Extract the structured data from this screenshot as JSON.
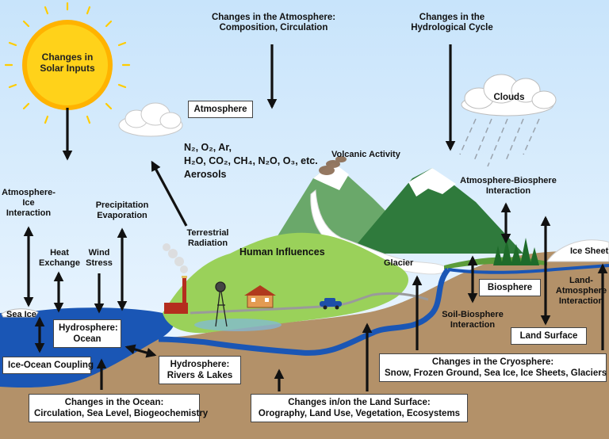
{
  "colors": {
    "sky": "#dcefff",
    "ocean": "#1a56b5",
    "land": "#b39169",
    "green_land": "#9ad15a",
    "mountain_dark": "#2f7a3c",
    "mountain_light": "#6aa86a",
    "sun": "#ffd21a"
  },
  "labels": {
    "solar": [
      "Changes in",
      "Solar Inputs"
    ],
    "atmosphere_changes": [
      "Changes in the Atmosphere:",
      "Composition, Circulation"
    ],
    "hydro_cycle": [
      "Changes in the",
      "Hydrological Cycle"
    ],
    "atmosphere": "Atmosphere",
    "clouds": "Clouds",
    "gases_line1": "N₂, O₂, Ar,",
    "gases_line2": "H₂O, CO₂, CH₄, N₂O, O₃, etc.",
    "aerosols": "Aerosols",
    "volcanic": "Volcanic Activity",
    "atm_ice": [
      "Atmosphere-",
      "Ice",
      "Interaction"
    ],
    "precip": [
      "Precipitation",
      "Evaporation"
    ],
    "terrestrial": [
      "Terrestrial",
      "Radiation"
    ],
    "heat_exchange": [
      "Heat",
      "Exchange"
    ],
    "wind_stress": [
      "Wind",
      "Stress"
    ],
    "human": "Human Influences",
    "atm_bio": [
      "Atmosphere-Biosphere",
      "Interaction"
    ],
    "glacier": "Glacier",
    "ice_sheet": "Ice Sheet",
    "sea_ice": "Sea Ice",
    "hydro_ocean": [
      "Hydrosphere:",
      "Ocean"
    ],
    "biosphere": "Biosphere",
    "land_atm": [
      "Land-",
      "Atmosphere",
      "Interaction"
    ],
    "soil_bio": [
      "Soil-Biosphere",
      "Interaction"
    ],
    "land_surface": "Land Surface",
    "ice_ocean": "Ice-Ocean Coupling",
    "hydro_rivers": [
      "Hydrosphere:",
      "Rivers & Lakes"
    ],
    "cryosphere": [
      "Changes in the Cryosphere:",
      "Snow, Frozen Ground, Sea Ice, Ice Sheets, Glaciers"
    ],
    "ocean_changes": [
      "Changes in the Ocean:",
      "Circulation, Sea Level, Biogeochemistry"
    ],
    "land_changes": [
      "Changes in/on the Land Surface:",
      "Orography, Land Use, Vegetation, Ecosystems"
    ]
  }
}
